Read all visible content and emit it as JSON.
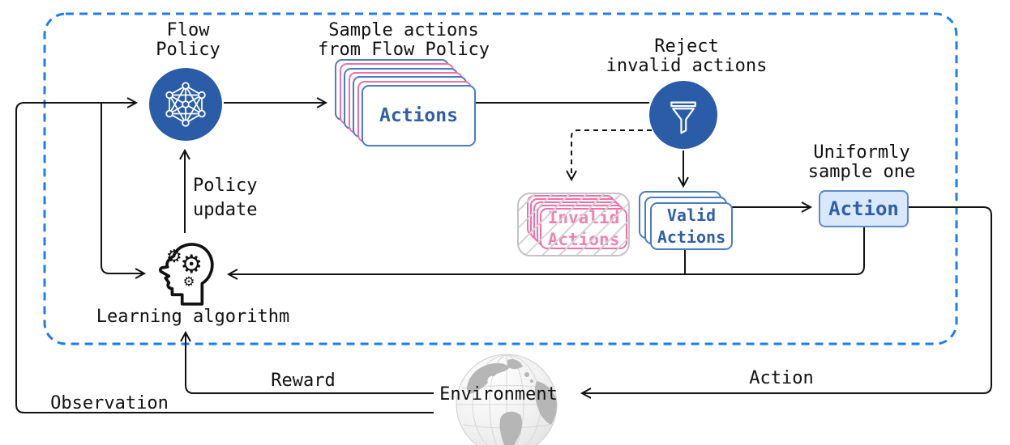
{
  "flow_policy": {
    "title_l1": "Flow",
    "title_l2": "Policy"
  },
  "sampling": {
    "title_l1": "Sample actions",
    "title_l2": "from Flow Policy",
    "card_text": "Actions"
  },
  "reject": {
    "title_l1": "Reject",
    "title_l2": "invalid actions"
  },
  "invalid": {
    "card_l1": "Invalid",
    "card_l2": "Actions"
  },
  "valid": {
    "card_l1": "Valid",
    "card_l2": "Actions"
  },
  "uniform": {
    "title_l1": "Uniformly",
    "title_l2": "sample one"
  },
  "action_node": {
    "label": "Action"
  },
  "learning": {
    "label": "Learning algorithm"
  },
  "environment": {
    "label": "Environment"
  },
  "edges": {
    "policy_update_l1": "Policy",
    "policy_update_l2": "update",
    "reward": "Reward",
    "observation": "Observation",
    "action": "Action"
  },
  "icons": {
    "flow_policy": "network-graph-icon",
    "reject": "funnel-icon",
    "learning": "head-with-gears-icon",
    "environment": "globe-icon"
  },
  "colors": {
    "node_blue": "#2a5ca8",
    "card_blue_border": "#4a7dc0",
    "card_text_blue": "#2e5fa8",
    "card_pink_border": "#ee6fa9",
    "card_text_pink": "#f083b3",
    "boundary_dashed_blue": "#1f7cf0",
    "action_box_fill": "#d9e9fb",
    "invalid_box_gray": "#c3c3c3",
    "line_black": "#111111"
  }
}
